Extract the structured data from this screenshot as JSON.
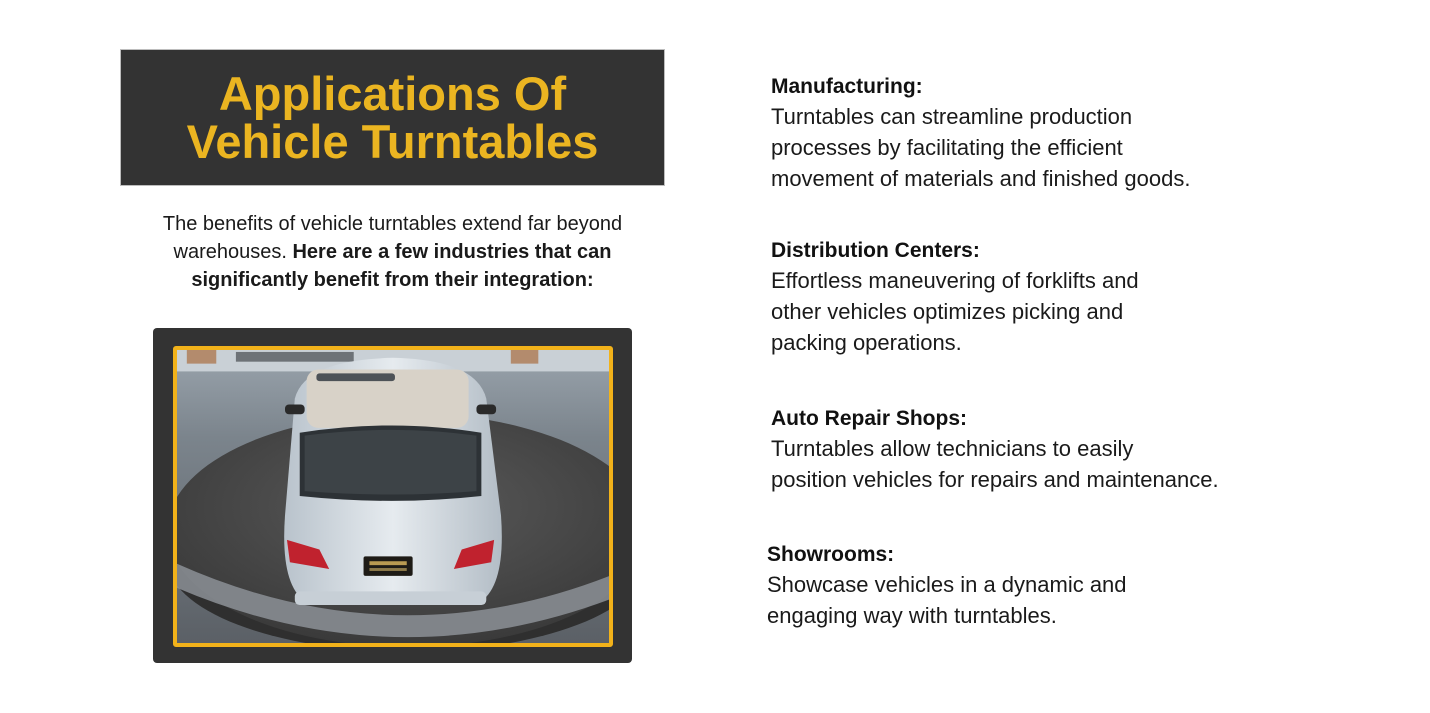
{
  "header": {
    "title_lines": [
      "Applications Of",
      "Vehicle Turntables"
    ],
    "title_color": "#EBB521",
    "box_color": "#333333"
  },
  "intro": {
    "line1": "The benefits of vehicle turntables extend far beyond",
    "line2_regular": "warehouses. ",
    "line2_bold": "Here are a few industries that can",
    "line3_bold": "significantly benefit from their integration:"
  },
  "image": {
    "description": "Top-down photo of a silver coupe on a round vehicle turntable in a showroom",
    "frame_color": "#333333",
    "border_color": "#F2B21A"
  },
  "industries": [
    {
      "title": "Manufacturing:",
      "lines": [
        "Turntables can streamline production",
        "processes by facilitating the efficient",
        "movement of materials and finished goods."
      ]
    },
    {
      "title": "Distribution Centers:",
      "lines": [
        "Effortless maneuvering of forklifts and",
        "other vehicles optimizes picking and",
        "packing operations."
      ]
    },
    {
      "title": "Auto Repair Shops:",
      "lines": [
        "Turntables allow technicians to easily",
        "position vehicles for repairs and maintenance."
      ]
    },
    {
      "title": "Showrooms:",
      "lines": [
        "Showcase vehicles in a dynamic and",
        "engaging way with turntables."
      ]
    }
  ]
}
